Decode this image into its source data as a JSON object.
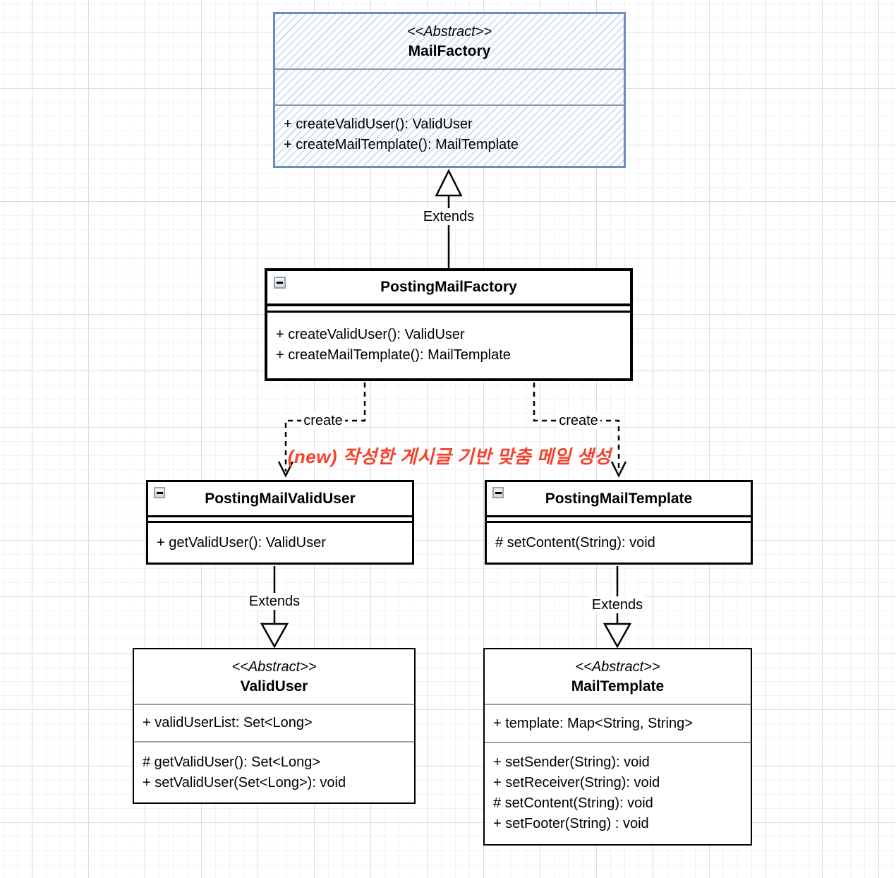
{
  "diagram": {
    "labels": {
      "extends": "Extends",
      "create": "create"
    },
    "note": {
      "text": "(new) 작성한 게시글 기반 맞춤 메일 생성",
      "color": "#f5422d"
    },
    "colors": {
      "abstract_border": "#6c8ebf",
      "abstract_hatch_line": "#c3d2ec",
      "class_border": "#000000",
      "section_divider": "#9e9e9e",
      "note_red": "#f5422d"
    },
    "classes": {
      "mail_factory": {
        "stereotype": "<<Abstract>>",
        "name": "MailFactory",
        "methods": [
          "+ createValidUser(): ValidUser",
          "+ createMailTemplate(): MailTemplate"
        ]
      },
      "posting_mail_factory": {
        "name": "PostingMailFactory",
        "methods": [
          "+ createValidUser(): ValidUser",
          "+ createMailTemplate(): MailTemplate"
        ]
      },
      "posting_mail_valid_user": {
        "name": "PostingMailValidUser",
        "methods": [
          "+ getValidUser(): ValidUser"
        ]
      },
      "posting_mail_template": {
        "name": "PostingMailTemplate",
        "methods": [
          "# setContent(String): void"
        ]
      },
      "valid_user": {
        "stereotype": "<<Abstract>>",
        "name": "ValidUser",
        "attributes": [
          "+ validUserList: Set<Long>"
        ],
        "methods": [
          "# getValidUser(): Set<Long>",
          "+ setValidUser(Set<Long>): void"
        ]
      },
      "mail_template": {
        "stereotype": "<<Abstract>>",
        "name": "MailTemplate",
        "attributes": [
          "+ template: Map<String, String>"
        ],
        "methods": [
          "+ setSender(String): void",
          "+ setReceiver(String): void",
          "# setContent(String): void",
          "+ setFooter(String) : void"
        ]
      }
    }
  }
}
